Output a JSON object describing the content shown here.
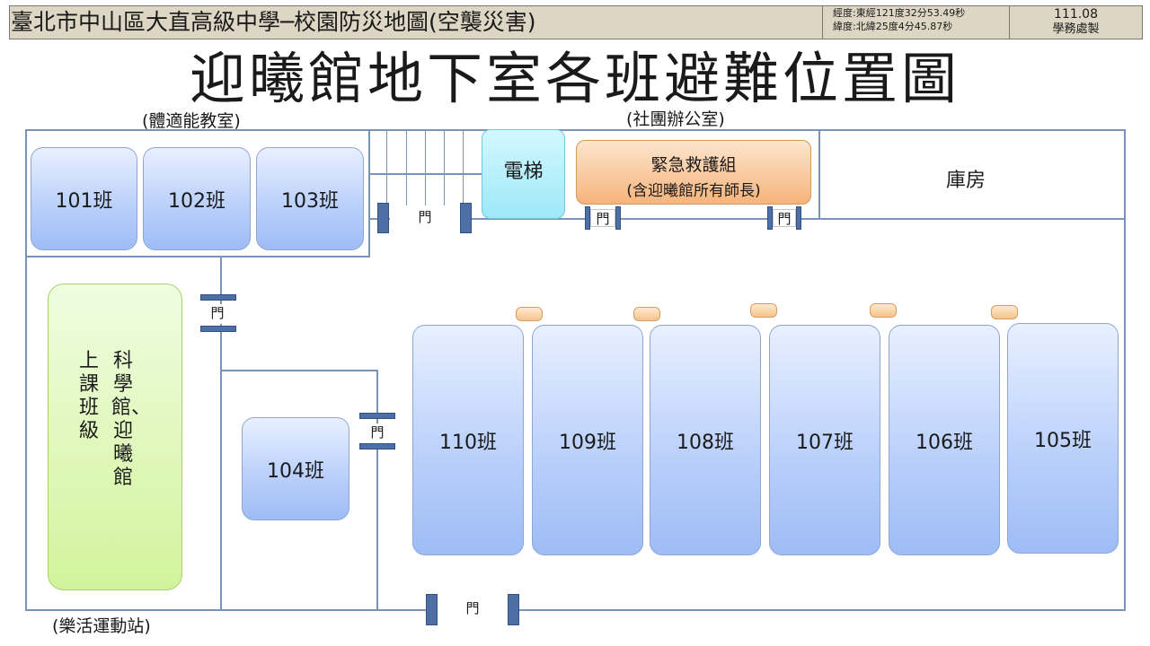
{
  "header": {
    "title": "臺北市中山區大直高級中學─校園防災地圖(空襲災害)",
    "longitude": "經度:東經121度32分53.49秒",
    "latitude": "緯度:北緯25度4分45.87秒",
    "date": "111.08",
    "maker": "學務處製"
  },
  "main_title": "迎曦館地下室各班避難位置圖",
  "notes": {
    "fitness_room": "(體適能教室)",
    "club_office": "(社團辦公室)",
    "sports_station": "(樂活運動站)"
  },
  "rooms": {
    "r101": "101班",
    "r102": "102班",
    "r103": "103班",
    "r104": "104班",
    "r105": "105班",
    "r106": "106班",
    "r107": "107班",
    "r108": "108班",
    "r109": "109班",
    "r110": "110班"
  },
  "elevator": "電梯",
  "emergency": {
    "line1": "緊急救護組",
    "line2": "(含迎曦館所有師長)"
  },
  "storage": "庫房",
  "science_hall": {
    "col1": "科學館、迎曦館",
    "col2": "上課班級"
  },
  "door_label": "門",
  "colors": {
    "wall": "#7894b8",
    "room_fill": "#bcd1fb",
    "door": "#4d6fa6",
    "elevator": "#aef0fb",
    "emergency": "#f9bf8a",
    "science": "#d6f5a5",
    "header_bg": "#ddd6c4"
  }
}
